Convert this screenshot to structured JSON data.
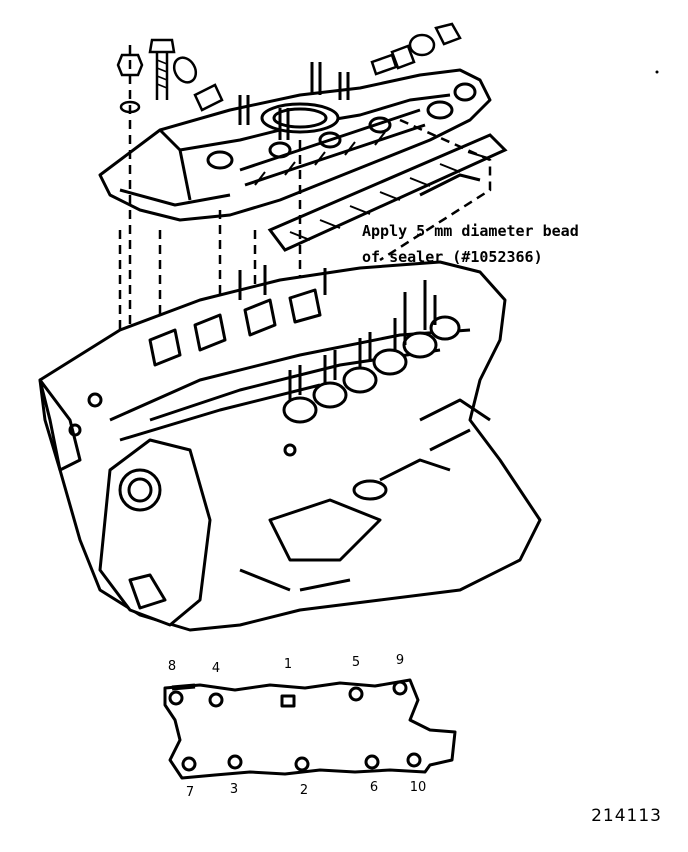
{
  "annotation": {
    "line1": "Apply 5 mm diameter bead",
    "line2": "of sealer (#1052366)"
  },
  "torque_sequence": {
    "top_row": [
      "8",
      "4",
      "1",
      "5",
      "9"
    ],
    "bottom_row": [
      "7",
      "3",
      "2",
      "6",
      "10"
    ]
  },
  "figure_number": "214113",
  "colors": {
    "ink": "#000000",
    "paper": "#ffffff"
  }
}
